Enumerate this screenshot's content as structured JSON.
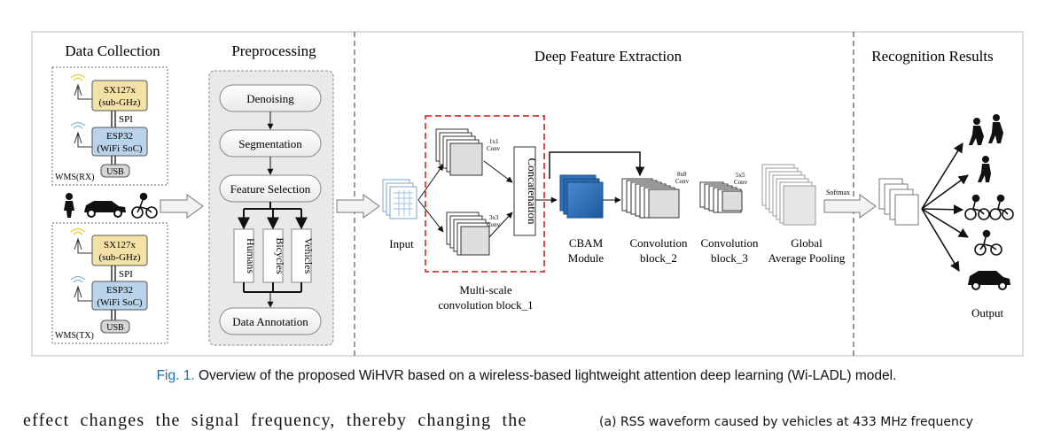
{
  "sections": {
    "data_collection": "Data Collection",
    "preprocessing": "Preprocessing",
    "deep_feature_extraction": "Deep Feature Extraction",
    "recognition_results": "Recognition Results"
  },
  "wms_rx": {
    "radio": [
      "SX127x",
      "(sub-GHz)"
    ],
    "spi": "SPI",
    "soc": [
      "ESP32",
      "(WiFi SoC)"
    ],
    "usb": "USB",
    "label": "WMS(RX)"
  },
  "wms_tx": {
    "radio": [
      "SX127x",
      "(sub-GHz)"
    ],
    "spi": "SPI",
    "soc": [
      "ESP32",
      "(WiFi SoC)"
    ],
    "usb": "USB",
    "label": "WMS(TX)"
  },
  "preprocessing_steps": {
    "denoising": "Denoising",
    "segmentation": "Segmentation",
    "feature_selection": "Feature Selection",
    "classes": [
      "Humans",
      "Bicycles",
      "Vehicles"
    ],
    "data_annotation": "Data Annotation"
  },
  "network": {
    "input": "Input",
    "conv1x1": [
      "1x1",
      "Conv"
    ],
    "conv3x3": [
      "3x3",
      "Conv"
    ],
    "concatenation": "Concatenation",
    "multiscale": [
      "Multi-scale",
      "convolution block_1"
    ],
    "cbam": [
      "CBAM",
      "Module"
    ],
    "conv_block2": [
      "Convolution",
      "block_2"
    ],
    "conv8x8": [
      "8x8",
      "Conv"
    ],
    "conv_block3": [
      "Convolution",
      "block_3"
    ],
    "conv5x5": [
      "5x5",
      "Conv"
    ],
    "gap": [
      "Global",
      "Average Pooling"
    ],
    "softmax": "Softmax"
  },
  "output_label": "Output",
  "caption": {
    "figno": "Fig. 1.",
    "text": "Overview of the proposed WiHVR based on a wireless-based lightweight attention deep learning (Wi-LADL) model."
  },
  "body_text": "effect changes the signal frequency, thereby changing the",
  "subfigure_caption": "(a) RSS waveform caused by vehicles at 433 MHz frequency",
  "colors": {
    "radio_fill": "#f3e1a6",
    "soc_fill": "#b9d3ea",
    "cbam_fill": "#2a6bb0",
    "dashed_red": "#d23a3a",
    "caption_blue": "#1f6fb5"
  }
}
